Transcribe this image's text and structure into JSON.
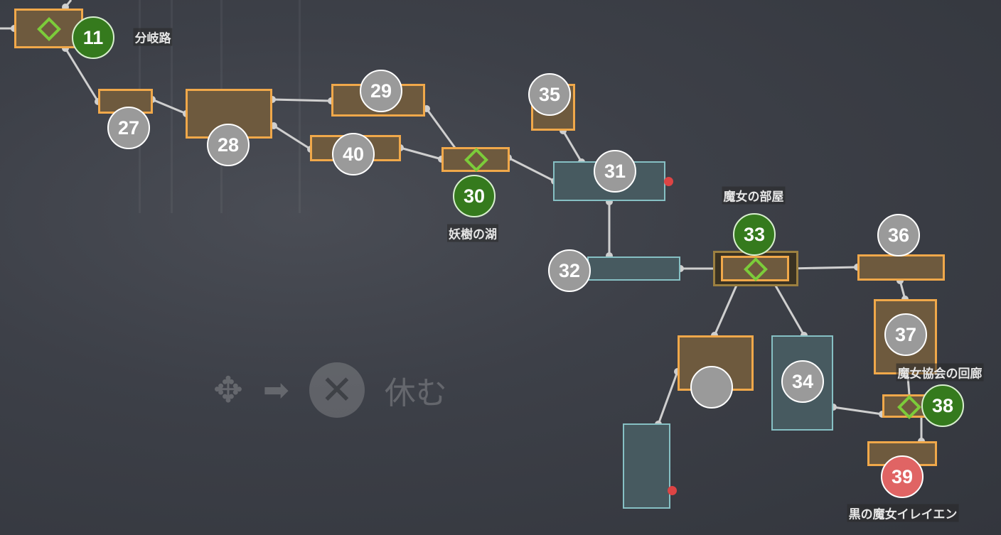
{
  "rooms": {
    "r11": {
      "number": "11",
      "status": "green",
      "label": "分岐路"
    },
    "r27": {
      "number": "27",
      "status": "grey"
    },
    "r28": {
      "number": "28",
      "status": "grey"
    },
    "r29": {
      "number": "29",
      "status": "grey"
    },
    "r40": {
      "number": "40",
      "status": "grey"
    },
    "r30": {
      "number": "30",
      "status": "green",
      "label": "妖樹の湖"
    },
    "r35": {
      "number": "35",
      "status": "grey"
    },
    "r31": {
      "number": "31",
      "status": "grey"
    },
    "r32": {
      "number": "32",
      "status": "grey"
    },
    "r33": {
      "number": "33",
      "status": "green",
      "label": "魔女の部屋"
    },
    "r36": {
      "number": "36",
      "status": "grey"
    },
    "r37": {
      "number": "37",
      "status": "grey"
    },
    "r34": {
      "number": "34",
      "status": "grey"
    },
    "r38": {
      "number": "38",
      "status": "green",
      "label": "魔女協会の回廊"
    },
    "r39": {
      "number": "39",
      "status": "red",
      "label": "黒の魔女イレイエン"
    }
  },
  "hint": {
    "action_label": "休む",
    "icons": [
      "dpad-icon",
      "arrow-right-icon",
      "cross-button-icon"
    ]
  },
  "colors": {
    "room_border": "#f0a84a",
    "teal_border": "#86c0c4",
    "green": "#357a1d",
    "red": "#e06464",
    "grey": "#9a9a9a"
  }
}
